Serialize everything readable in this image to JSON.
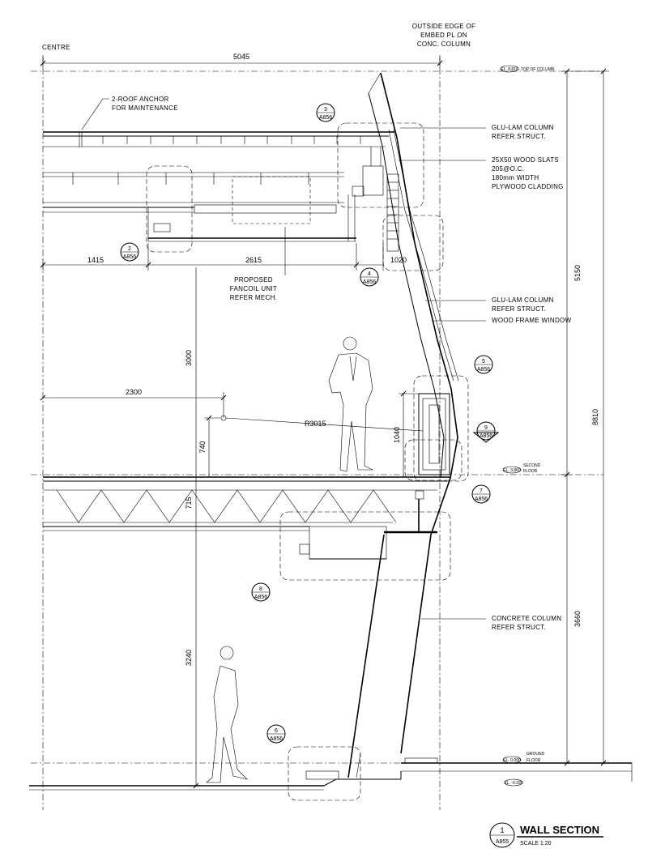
{
  "labels": {
    "centre": "CENTRE",
    "outside_edge": [
      "OUTSIDE EDGE OF",
      "EMBED PL ON",
      "CONC. COLUMN"
    ],
    "roof_anchor": [
      "2-ROOF ANCHOR",
      "FOR MAINTENANCE"
    ],
    "glulam_1": [
      "GLU-LAM COLUMN",
      "REFER STRUCT."
    ],
    "wood_slats": [
      "25X50 WOOD SLATS",
      "205@O.C.",
      "180mm WIDTH",
      "PLYWOOD CLADDING"
    ],
    "fancoil": [
      "PROPOSED",
      "FANCOIL UNIT",
      "REFER MECH."
    ],
    "glulam_2": [
      "GLU-LAM COLUMN",
      "REFER STRUCT."
    ],
    "wood_frame": "WOOD FRAME WINDOW",
    "concrete_col": [
      "CONCRETE COLUMN",
      "REFER STRUCT."
    ],
    "radius": "R3015"
  },
  "levels": {
    "top": {
      "el": "EL. 8.810",
      "name": "TOP OF COLUMN"
    },
    "second": {
      "el": "EL. 3.860",
      "name": [
        "SECOND",
        "FLOOR"
      ]
    },
    "ground": {
      "el": "EL. 0.000",
      "name": [
        "GROUND",
        "FLOOR"
      ]
    },
    "below": {
      "el": "EL. -0.335"
    }
  },
  "dimensions": {
    "d5045": "5045",
    "d1415": "1415",
    "d2615": "2615",
    "d1020": "1020",
    "d3000": "3000",
    "d2300": "2300",
    "d740": "740",
    "d1040": "1040",
    "d715": "715",
    "d3240": "3240",
    "d5150": "5150",
    "d8810": "8810",
    "d3660": "3660"
  },
  "callouts": [
    {
      "num": "3",
      "sheet": "A856"
    },
    {
      "num": "2",
      "sheet": "A856"
    },
    {
      "num": "4",
      "sheet": "A856"
    },
    {
      "num": "5",
      "sheet": "A856"
    },
    {
      "num": "9",
      "sheet": "A856"
    },
    {
      "num": "7",
      "sheet": "A856"
    },
    {
      "num": "8",
      "sheet": "A856"
    },
    {
      "num": "6",
      "sheet": "A856"
    }
  ],
  "title": {
    "num": "1",
    "sheet": "A855",
    "name": "WALL SECTION",
    "scale": "SCALE 1:20"
  }
}
